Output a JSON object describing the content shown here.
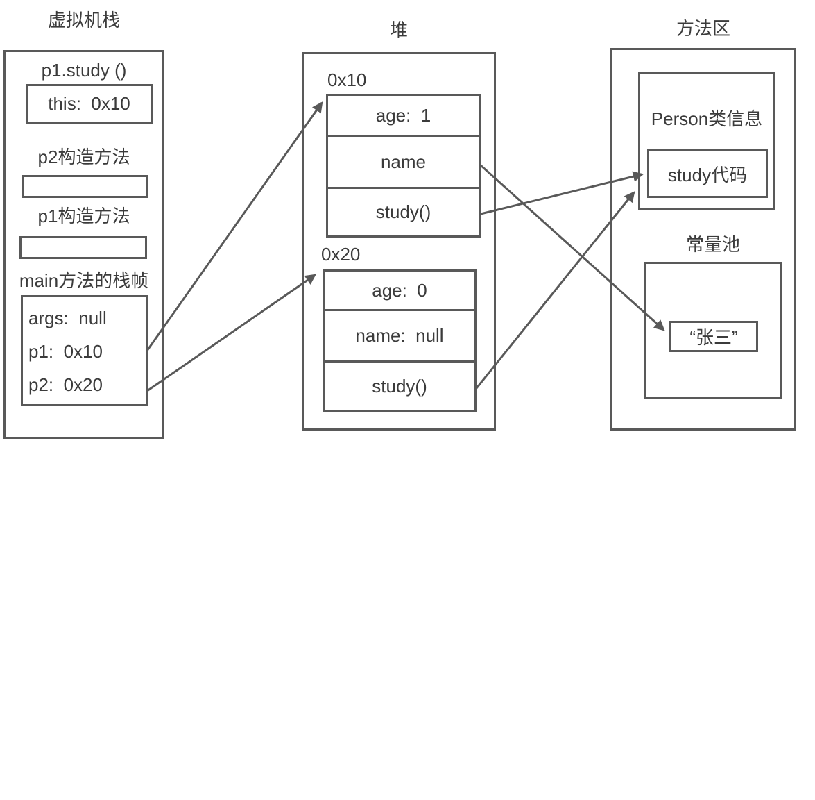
{
  "colors": {
    "stroke": "#595959",
    "text": "#3b3b3b",
    "background": "#ffffff"
  },
  "stack": {
    "title": "虚拟机栈",
    "call_frame": {
      "label": "p1.study ()",
      "this_slot": "this:  0x10"
    },
    "p2_constructor_label": "p2构造方法",
    "p1_constructor_label": "p1构造方法",
    "main_frame_label": "main方法的栈帧",
    "main_frame_vars": [
      "args:  null",
      "p1:  0x10",
      "p2:  0x20"
    ]
  },
  "heap": {
    "title": "堆",
    "objects": [
      {
        "address": "0x10",
        "fields": [
          "age:  1",
          "name",
          "study()"
        ]
      },
      {
        "address": "0x20",
        "fields": [
          "age:  0",
          "name:  null",
          "study()"
        ]
      }
    ]
  },
  "method_area": {
    "title": "方法区",
    "person_class_label": "Person类信息",
    "study_code_label": "study代码",
    "constant_pool_label": "常量池",
    "string_literal": "“张三”"
  }
}
